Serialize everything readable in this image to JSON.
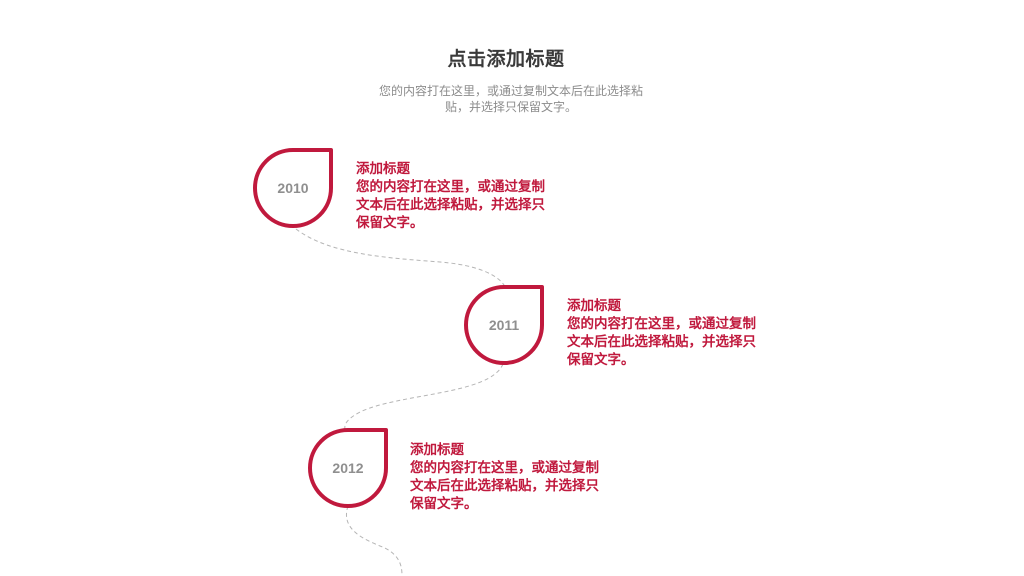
{
  "header": {
    "title": "点击添加标题",
    "subtitle": "您的内容打在这里，或通过复制文本后在此选择粘贴，并选择只保留文字。"
  },
  "colors": {
    "accent": "#c0193d",
    "year_text": "#8f8f8f",
    "title_text": "#3a3a3a",
    "subtitle_text": "#8c8c8c",
    "connector": "#b5b5b5"
  },
  "timeline": [
    {
      "year": "2010",
      "heading": "添加标题",
      "body": "您的内容打在这里，或通过复制文本后在此选择粘贴，并选择只保留文字。"
    },
    {
      "year": "2011",
      "heading": "添加标题",
      "body": "您的内容打在这里，或通过复制文本后在此选择粘贴，并选择只保留文字。"
    },
    {
      "year": "2012",
      "heading": "添加标题",
      "body": "您的内容打在这里，或通过复制文本后在此选择粘贴，并选择只保留文字。"
    }
  ]
}
